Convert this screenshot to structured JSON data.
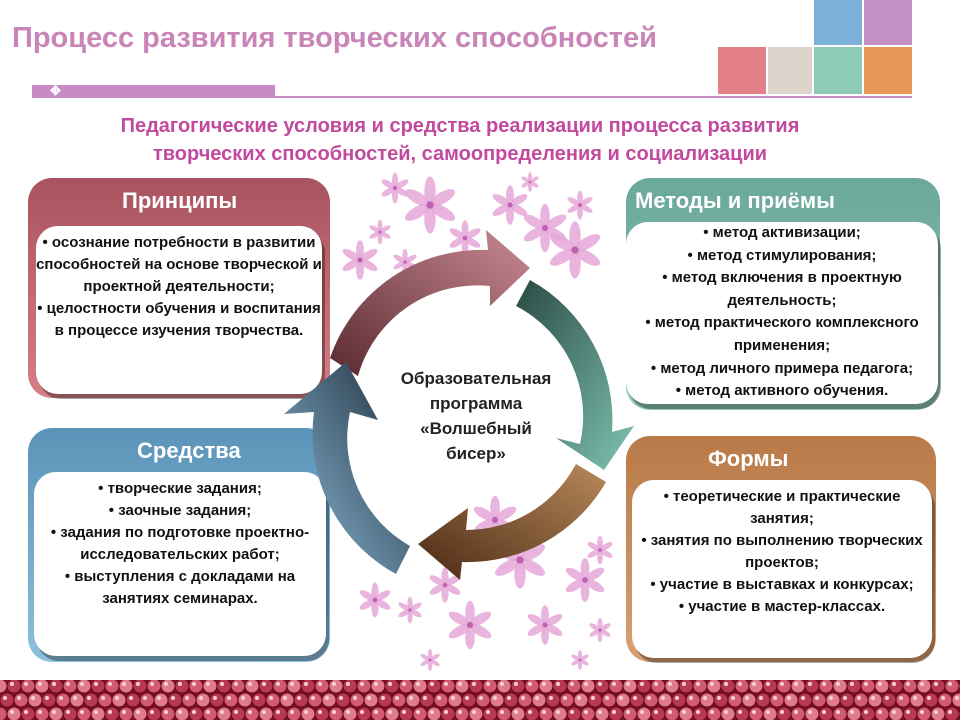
{
  "header": {
    "title": "Процесс развития творческих способностей",
    "subtitle_line1": "Педагогические условия и средства реализации процесса развития",
    "subtitle_line2": "творческих способностей, самоопределения и социализации"
  },
  "colors": {
    "title": "#c984b8",
    "subtitle": "#c24a9e",
    "principles": "#a8535f",
    "methods": "#6aa89a",
    "means": "#5a94b8",
    "forms": "#b87a48",
    "tiles": [
      "#e27f87",
      "#ddd5cb",
      "#8ecbb7",
      "#e5985a",
      "#7ab0da",
      "#c48ec7"
    ]
  },
  "panels": {
    "principles": {
      "title": "Принципы",
      "items": [
        "• осознание потребности в развитии способностей на основе творческой и проектной деятельности;",
        "• целостности обучения и воспитания в процессе изучения творчества."
      ]
    },
    "methods": {
      "title": "Методы и приёмы",
      "items": [
        "• метод активизации;",
        "• метод стимулирования;",
        "• метод включения в проектную деятельность;",
        "• метод практического комплексного применения;",
        "• метод личного примера педагога;",
        "• метод активного обучения."
      ]
    },
    "means": {
      "title": "Средства",
      "items": [
        "• творческие задания;",
        "• заочные задания;",
        "• задания по подготовке проектно-исследовательских работ;",
        "• выступления с докладами на занятиях семинарах."
      ]
    },
    "forms": {
      "title": "Формы",
      "items": [
        "• теоретические и практические занятия;",
        "• занятия по выполнению творческих проектов;",
        "• участие в выставках и конкурсах;",
        "• участие в мастер-классах."
      ]
    }
  },
  "center": {
    "line1": "Образовательная",
    "line2": "программа",
    "line3": "«Волшебный",
    "line4": "бисер»"
  }
}
